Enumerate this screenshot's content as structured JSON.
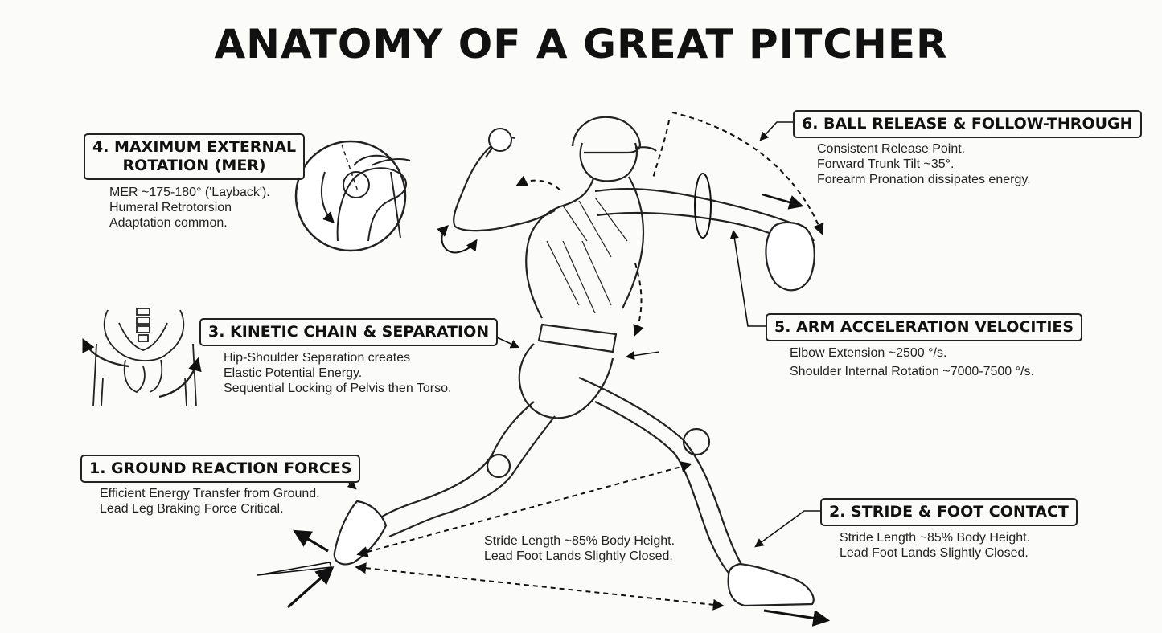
{
  "title": "ANATOMY OF A GREAT PITCHER",
  "sections": {
    "mer": {
      "heading_line1": "4. MAXIMUM EXTERNAL",
      "heading_line2": "ROTATION (MER)",
      "lines": [
        "MER ~175-180° ('Layback').",
        "Humeral Retrotorsion",
        "Adaptation common."
      ]
    },
    "kinetic": {
      "heading": "3. KINETIC CHAIN & SEPARATION",
      "lines": [
        "Hip-Shoulder Separation creates",
        "Elastic Potential Energy.",
        "Sequential Locking of Pelvis then Torso."
      ]
    },
    "ground": {
      "heading": "1. GROUND REACTION FORCES",
      "lines": [
        "Efficient Energy Transfer from Ground.",
        "Lead Leg Braking Force Critical."
      ]
    },
    "release": {
      "heading": "6. BALL RELEASE & FOLLOW-THROUGH",
      "lines": [
        "Consistent Release Point.",
        "Forward Trunk Tilt ~35°.",
        "Forearm Pronation dissipates energy."
      ]
    },
    "arm": {
      "heading": "5. ARM ACCELERATION VELOCITIES",
      "lines": [
        "Elbow Extension ~2500 °/s.",
        "Shoulder Internal Rotation ~7000-7500 °/s."
      ]
    },
    "stride": {
      "heading": "2. STRIDE & FOOT CONTACT",
      "lines": [
        "Stride Length ~85% Body Height.",
        "Lead Foot Lands Slightly Closed."
      ]
    },
    "stride_center": {
      "lines": [
        "Stride Length ~85% Body Height.",
        "Lead Foot Lands Slightly Closed."
      ]
    }
  },
  "icons": [
    "shoulder-joint-inset",
    "pelvis-inset",
    "pitcher-figure",
    "baseball",
    "cap",
    "glove",
    "cleat"
  ]
}
